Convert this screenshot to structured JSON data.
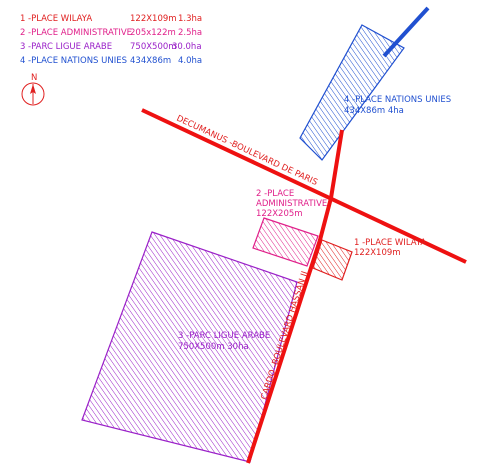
{
  "legend": [
    {
      "num": "1",
      "name": "-PLACE WILAYA",
      "dims": "122X109m",
      "area": "1.3ha",
      "color": "#e02020"
    },
    {
      "num": "2",
      "name": "-PLACE ADMINISTRATIVE",
      "dims": "205x122m",
      "area": "2.5ha",
      "color": "#e0208a"
    },
    {
      "num": "3",
      "name": "-PARC LIGUE ARABE",
      "dims": "750X500m",
      "area": "30.0ha",
      "color": "#9a20c8"
    },
    {
      "num": "4",
      "name": "-PLACE NATIONS UNIES",
      "dims": "434X86m",
      "area": "4.0ha",
      "color": "#2050d0"
    }
  ],
  "north_label": "N",
  "roads": {
    "decumanus": "DECUMANUS -BOULEVARD DE PARIS",
    "cardo": "CARDO -BOULEVARD HASSAN II",
    "color": "#ee1111"
  },
  "labels": {
    "wilaya": {
      "line1": "1 -PLACE WILAYA",
      "line2": "122X109m"
    },
    "administrative": {
      "line1": "2 -PLACE",
      "line2": "ADMINISTRATIVE",
      "line3": "122X205m"
    },
    "parc": {
      "line1": "3 -PARC LIGUE ARABE",
      "line2": "750X500m 30ha"
    },
    "nations": {
      "line1": "4 -PLACE NATIONS UNIES",
      "line2": "434X86m 4ha"
    }
  }
}
